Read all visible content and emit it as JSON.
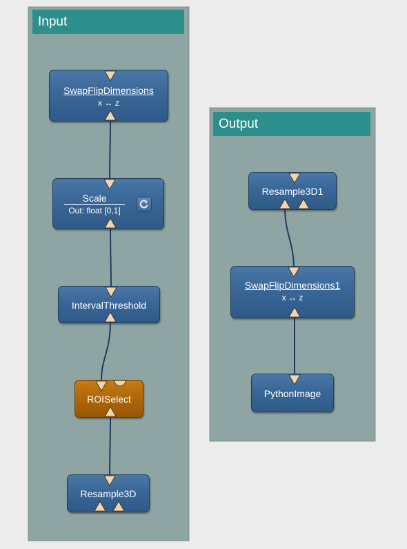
{
  "groups": {
    "input": {
      "title": "Input"
    },
    "output": {
      "title": "Output"
    }
  },
  "nodes": {
    "swapflip": {
      "label": "SwapFlipDimensions",
      "sub": "x ↔ z"
    },
    "scale": {
      "label": "Scale",
      "sub": "Out: float [0,1]"
    },
    "interval": {
      "label": "IntervalThreshold"
    },
    "roiselect": {
      "label": "ROISelect"
    },
    "resample3d": {
      "label": "Resample3D"
    },
    "resample3d1": {
      "label": "Resample3D1"
    },
    "swapflip1": {
      "label": "SwapFlipDimensions1",
      "sub": "x ↔ z"
    },
    "pythonimage": {
      "label": "PythonImage"
    }
  },
  "colors": {
    "group_bg": "#8ea5a3",
    "group_title": "#2d8f8b",
    "module": "#3a6899",
    "macro_module": "#b0690a",
    "connector": "#f2d4b0",
    "wire": "#1f3b5f"
  },
  "icons": {
    "scale_button": "refresh-icon"
  }
}
